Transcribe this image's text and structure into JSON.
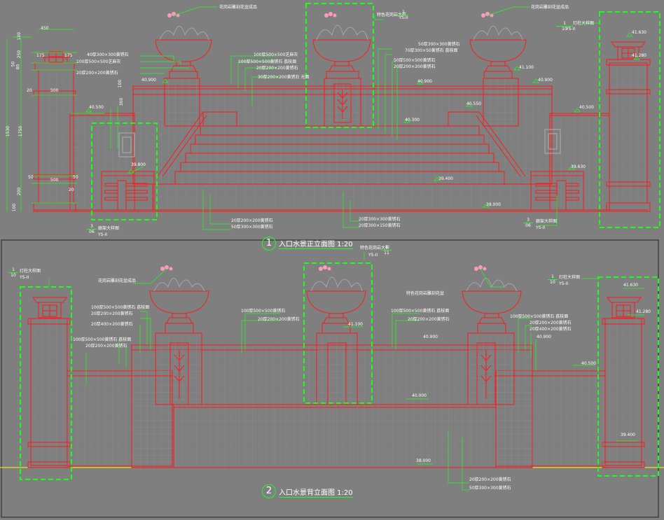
{
  "colors": {
    "bg": "#7f7f7f",
    "line": "#ff1a1a",
    "leader": "#1cff1c",
    "frame": "#18ff18",
    "ground": "#ffff00",
    "text": "#ffffff"
  },
  "top_view": {
    "title": "入口水景正立面图 1:20",
    "number": "1",
    "dims": {
      "w450": "450",
      "w175a": "175",
      "w175b": "175",
      "h100": "100",
      "h250": "250",
      "h50a": "50",
      "h80": "80",
      "w500a": "500",
      "w500b": "500",
      "h1750": "1750",
      "h1530": "1530",
      "h50b": "50",
      "h200": "200",
      "h50c": "50",
      "h100b": "100",
      "w20a": "20",
      "w20b": "20",
      "h300": "300",
      "h100c": "100"
    },
    "elev": {
      "e41630": "41.630",
      "e41280": "41.280",
      "e41100": "41.100",
      "e40900a": "40.900",
      "e40900b": "40.900",
      "e40900c": "40.900",
      "e40500a": "40.500",
      "e40500b": "40.500",
      "e40550": "40.550",
      "e40300": "40.300",
      "e39800": "39.800",
      "e39630": "39.630",
      "e39400": "39.400",
      "e38000": "38.000"
    },
    "notes": {
      "pot_left": "花岗岩雕刻花盆成品",
      "pot_right": "花岗岩雕刻花盆成品",
      "pot_center_a": "特色花岗岩大样",
      "n1": "40厚300×300黄锈石",
      "n2": "100厚500×500芝麻灰",
      "n3": "20厚200×200黄锈石",
      "n4": "100厚500×500芝麻灰",
      "n5": "100厚500×500黄锈石 荔枝面",
      "n6": "20厚200×200黄锈石",
      "n7": "30厚200×200黄锈石 光面",
      "n8": "50厚300×300黄锈石",
      "n9": "70厚300×50黄锈石 荔枝面",
      "n10": "50厚500×500黄锈石",
      "n11": "20厚200×200黄锈石",
      "b1": "20厚200×200黄锈石",
      "b2": "50厚300×300黄锈石",
      "b3": "20厚300×300黄锈石",
      "b4": "20厚300×150黄锈石"
    },
    "refs": {
      "r_top_right": {
        "num": "1",
        "sheet": "10",
        "code": "YS-II",
        "text": "灯柱大样图"
      },
      "r_center": {
        "num": "1",
        "sheet": "YS-II",
        "code": "",
        "text": ""
      },
      "r_bot_left": {
        "num": "3",
        "sheet": "06",
        "code": "YS-II",
        "text": "廊架大样图"
      },
      "r_bot_right": {
        "num": "3",
        "sheet": "06",
        "code": "YS-II",
        "text": "廊架大样图"
      }
    }
  },
  "bottom_view": {
    "title": "入口水景背立面图 1:20",
    "number": "2",
    "elev": {
      "e41630": "41.630",
      "e41280": "41.280",
      "e41100": "41.100",
      "e40900a": "40.900",
      "e40900b": "40.900",
      "e40500": "40.500",
      "e40000": "40.000",
      "e39400": "39.400",
      "e38000": "38.000"
    },
    "notes": {
      "pot_left": "花岗岩雕刻花盆成品",
      "pot_right": "特色花岗岩雕刻花盆",
      "l1": "100厚500×500黄锈石 荔枝面",
      "l2": "20厚200×200黄锈石",
      "l3": "20厚400×200黄锈石",
      "l4": "100厚500×500黄锈石 荔枝面",
      "l5": "20厚200×200黄锈石",
      "c1": "100厚500×500黄锈石",
      "c2": "20厚200×200黄锈石",
      "r1": "100厚500×500黄锈石 荔枝面",
      "r2": "20厚200×200黄锈石",
      "r3": "100厚500×500黄锈石 荔枝面",
      "r4": "20厚200×200黄锈石",
      "r5": "20厚400×200黄锈石",
      "bt1": "20厚200×200黄锈石",
      "bt2": "50厚300×300黄锈石"
    },
    "refs": {
      "r_left": {
        "num": "1",
        "sheet": "10",
        "code": "YS-II",
        "text": "灯柱大样图"
      },
      "r_right": {
        "num": "1",
        "sheet": "10",
        "code": "YS-II",
        "text": "灯柱大样图"
      },
      "r_center": {
        "num": "1",
        "sheet": "11",
        "code": "YS-II",
        "text": "特色花岗岩大样"
      }
    }
  }
}
